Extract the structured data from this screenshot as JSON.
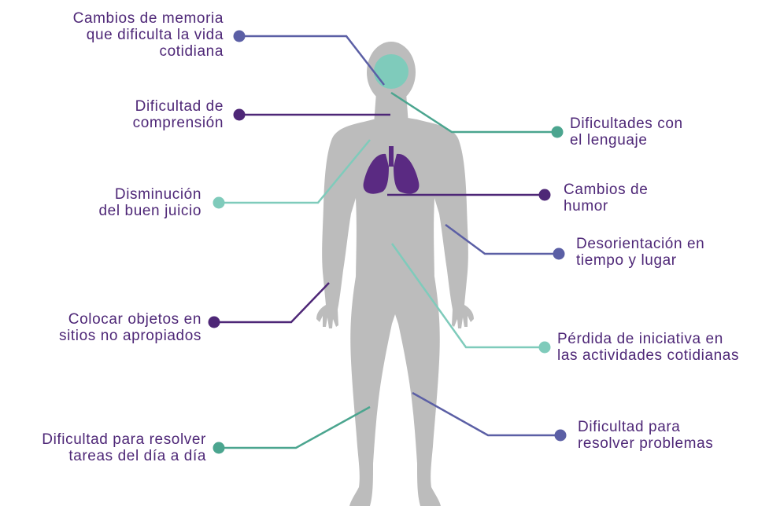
{
  "colors": {
    "blue": "#5b5fa5",
    "purple": "#4e2777",
    "teal": "#4ba58f",
    "mint": "#7fcbbb",
    "body": "#bcbcbc",
    "lungs": "#5a2a82",
    "brain": "#7fcbbb"
  },
  "labels": {
    "memoria": {
      "lines": [
        "Cambios de memoria",
        "que dificulta la vida",
        "cotidiana"
      ],
      "color": "blue"
    },
    "comprension": {
      "lines": [
        "Dificultad de",
        "comprensión"
      ],
      "color": "purple"
    },
    "juicio": {
      "lines": [
        "Disminución",
        "del buen juicio"
      ],
      "color": "purple"
    },
    "objetos": {
      "lines": [
        "Colocar objetos en",
        "sitios no apropiados"
      ],
      "color": "purple"
    },
    "tareas": {
      "lines": [
        "Dificultad para resolver",
        "tareas del día a día"
      ],
      "color": "purple"
    },
    "lenguaje": {
      "lines": [
        "Dificultades con",
        "el lenguaje"
      ],
      "color": "purple"
    },
    "humor": {
      "lines": [
        "Cambios de",
        "humor"
      ],
      "color": "purple"
    },
    "desorientacion": {
      "lines": [
        "Desorientación en",
        "tiempo y lugar"
      ],
      "color": "purple"
    },
    "iniciativa": {
      "lines": [
        "Pérdida de iniciativa en",
        "las actividades cotidianas"
      ],
      "color": "purple"
    },
    "problemas": {
      "lines": [
        "Dificultad para",
        "resolver problemas"
      ],
      "color": "purple"
    }
  }
}
